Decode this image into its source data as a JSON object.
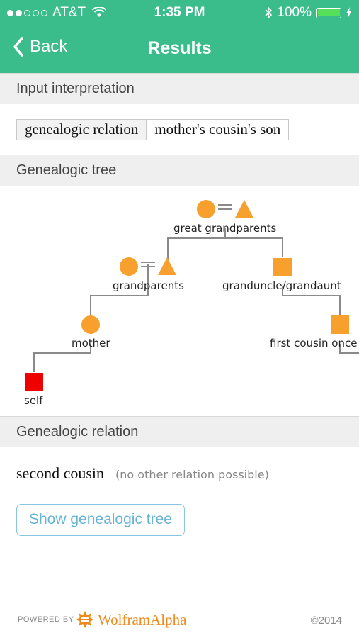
{
  "status_bar": {
    "carrier": "AT&T",
    "time": "1:35 PM",
    "battery": "100%",
    "signal_bars_filled": 2,
    "signal_bars_total": 5
  },
  "nav": {
    "back_label": "Back",
    "title": "Results"
  },
  "pods": {
    "input_interpretation": {
      "title": "Input interpretation",
      "cells": [
        "genealogic relation",
        "mother's cousin's son"
      ]
    },
    "genealogic_tree": {
      "title": "Genealogic tree",
      "nodes": {
        "great_grandparents": "great grandparents",
        "grandparents": "grandparents",
        "granduncle": "granduncle/grandaunt",
        "mother": "mother",
        "first_cousin": "first cousin once",
        "self": "self"
      }
    },
    "genealogic_relation": {
      "title": "Genealogic relation",
      "value": "second cousin",
      "note": "(no other relation possible)",
      "button_label": "Show genealogic tree"
    }
  },
  "footer": {
    "powered_by": "POWERED BY",
    "brand": "WolframAlpha",
    "copyright": "©2014"
  },
  "colors": {
    "header": "#3bbd8b",
    "node_orange": "#f7a02d",
    "self_red": "#ee0000",
    "button_border": "#89c4e0"
  }
}
